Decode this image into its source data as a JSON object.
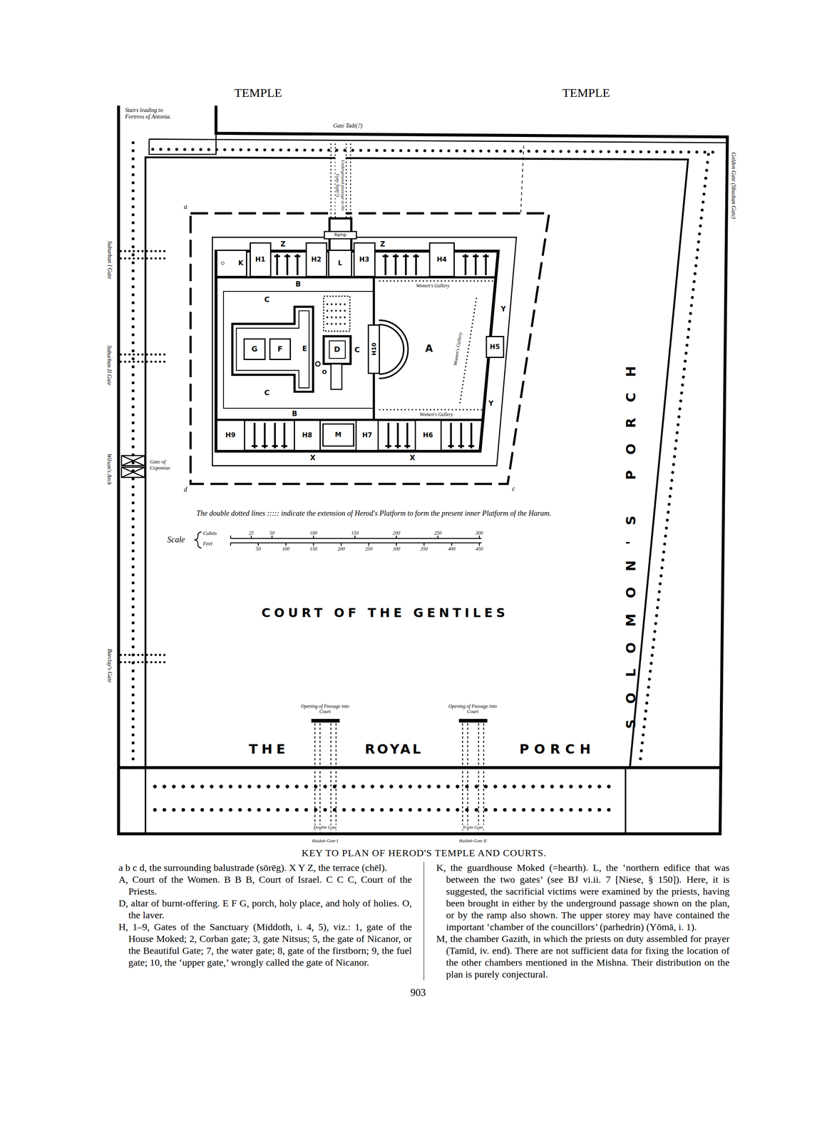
{
  "diagram": {
    "title": "KEY TO PLAN OF HEROD'S TEMPLE AND COURTS.",
    "nodes": [
      {
        "text": [
          "COURT OF THE GENTILES"
        ]
      },
      {
        "text": [
          "THE",
          "ROYAL",
          "PORCH"
        ],
        "in": 0
      },
      {
        "text": [
          "SOLOMON'S PORCH"
        ],
        "in": 0
      },
      {
        "text": [
          "K"
        ],
        "in": 0
      },
      {
        "text": [
          "H1"
        ],
        "in": 0
      },
      {
        "text": [
          "H2"
        ],
        "in": 0
      },
      {
        "text": [
          "L"
        ],
        "in": 0
      },
      {
        "text": [
          "H3"
        ],
        "in": 0
      },
      {
        "text": [
          "H4"
        ],
        "in": 0
      },
      {
        "text": [
          "B",
          "B"
        ],
        "in": 0
      },
      {
        "text": [
          "C",
          "C",
          "C"
        ],
        "in": 9
      },
      {
        "text": [
          "E"
        ],
        "in": 10
      },
      {
        "text": [
          "G"
        ],
        "in": 11
      },
      {
        "text": [
          "F"
        ],
        "in": 11
      },
      {
        "text": [
          "D"
        ],
        "in": 10
      },
      {
        "text": [
          "H10"
        ],
        "in": 0
      },
      {
        "text": [
          "A"
        ],
        "in": 0
      },
      {
        "text": [
          "H5"
        ],
        "in": 0
      },
      {
        "text": [
          "H9"
        ],
        "in": 0
      },
      {
        "text": [
          "H8"
        ],
        "in": 0
      },
      {
        "text": [
          "M"
        ],
        "in": 0
      },
      {
        "text": [
          "H7"
        ],
        "in": 0
      },
      {
        "text": [
          "H6"
        ],
        "in": 0
      }
    ],
    "labels": [
      "TEMPLE",
      "TEMPLE",
      "Stairs leading to Fortress of Antonia.",
      "Gate Tadi(?)",
      "Underground passage to the Gate Tadi(?)",
      "Golden Gate (Shushan Gate)",
      "Suburban I Gate",
      "Suburban II Gate",
      "Wilson's Arch",
      "Gate of Coponius",
      "Barclay's Gate",
      "a",
      "c",
      "d",
      "Ramp",
      "Z",
      "Z",
      "Y",
      "Y",
      "X",
      "X",
      "Women's Gallery",
      "Women's Gallery",
      "Women's Gallery",
      "O",
      "The double dotted lines ::::: indicate the extension of Herod's Platform to form the present inner Platform of the Haram.",
      "Scale",
      "Cubits",
      "Feet",
      "25",
      "50",
      "100",
      "150",
      "200",
      "250",
      "300",
      "50",
      "100",
      "150",
      "200",
      "250",
      "300",
      "350",
      "400",
      "450",
      "Opening of Passage into Court",
      "Opening of Passage into Court",
      "Double Gate",
      "Huldah Gate I",
      "Triple Gate",
      "Huldah Gate II",
      "a b c d, the surrounding balustrade (sōrēg). X Y Z, the terrace (chēl).",
      "A, Court of the Women. B B B, Court of Israel. C C C, Court of the Priests.",
      "D, altar of burnt-offering. E F G, porch, holy place, and holy of holies. O, the laver.",
      "H, 1–9, Gates of the Sanctuary (Middoth, i. 4, 5), viz.: 1, gate of the House Moked; 2, Corban gate; 3, gate Nitsus; 5, the gate of Nicanor, or the Beautiful Gate; 7, the water gate; 8, gate of the firstborn; 9, the fuel gate; 10, the ‘upper gate,’ wrongly called the gate of Nicanor.",
      "K, the guardhouse Moked (=hearth). L, the ‘northern edifice that was between the two gates’ (see BJ vi.ii. 7 [Niese, § 150]). Here, it is suggested, the sacrificial victims were examined by the priests, having been brought in either by the underground passage shown on the plan, or by the ramp also shown. The upper storey may have contained the important ‘chamber of the councillors’ (parhedrin) (Yōmā, i. 1).",
      "M, the chamber Gazith, in which the priests on duty assembled for prayer (Tamīd, iv. end). There are not sufficient data for fixing the location of the other chambers mentioned in the Mishna. Their distribution on the plan is purely conjectural.",
      "903"
    ]
  }
}
